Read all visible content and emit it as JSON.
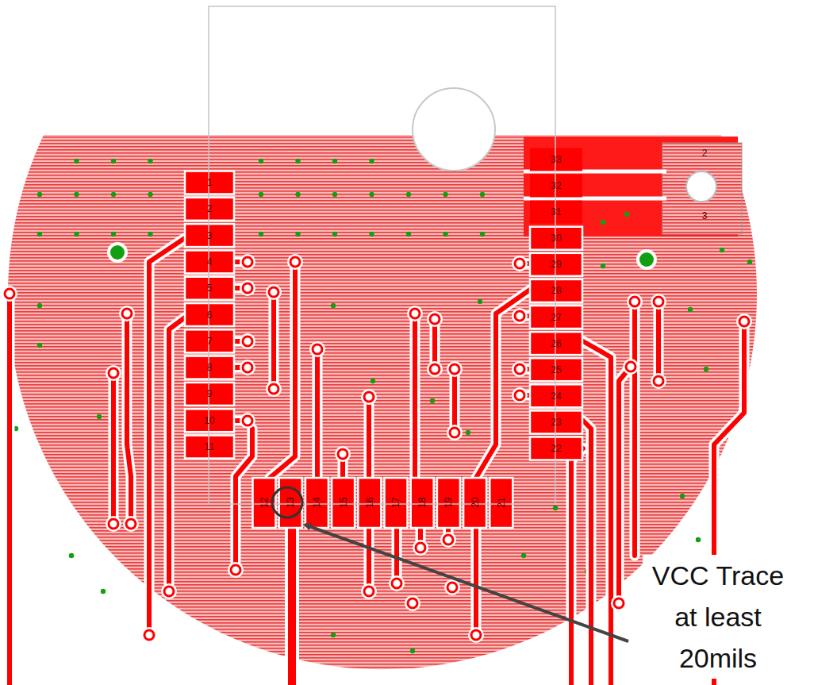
{
  "diagram": {
    "labels": [
      "1",
      "2",
      "3",
      "4",
      "5",
      "6",
      "7",
      "8",
      "9",
      "10",
      "11",
      "12",
      "13",
      "14",
      "15",
      "16",
      "17",
      "18",
      "19",
      "20",
      "21",
      "22",
      "23",
      "24",
      "25",
      "26",
      "27",
      "28",
      "29",
      "30",
      "31",
      "32",
      "33",
      "2",
      "3",
      "VCC Trace at least 20mils"
    ]
  }
}
